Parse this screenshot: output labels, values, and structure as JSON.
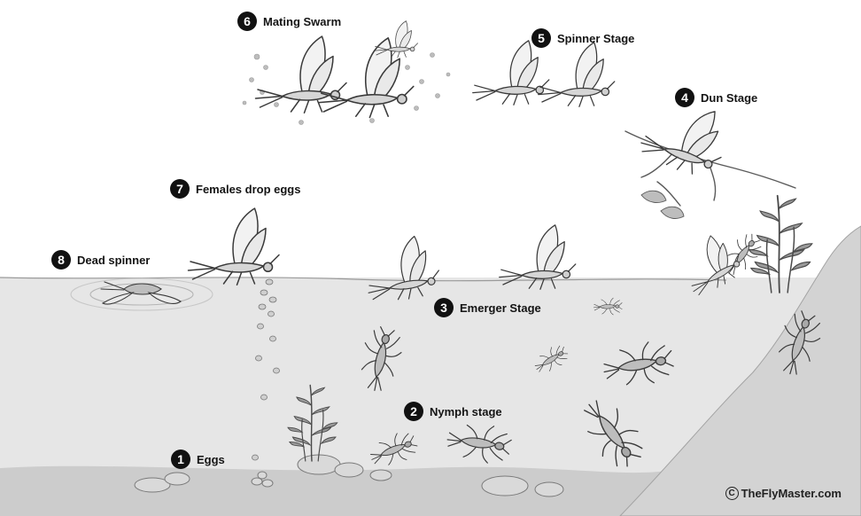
{
  "colors": {
    "water": "#e4e4e4",
    "bottom": "#cfcfcf",
    "bank": "#d2d2d2",
    "ink": "#3a3a3a",
    "badge": "#111111",
    "wing": "#f2f2f2"
  },
  "stages": [
    {
      "num": "1",
      "label": "Eggs"
    },
    {
      "num": "2",
      "label": "Nymph stage"
    },
    {
      "num": "3",
      "label": "Emerger Stage"
    },
    {
      "num": "4",
      "label": "Dun Stage"
    },
    {
      "num": "5",
      "label": "Spinner Stage"
    },
    {
      "num": "6",
      "label": "Mating Swarm"
    },
    {
      "num": "7",
      "label": "Females drop eggs"
    },
    {
      "num": "8",
      "label": "Dead spinner"
    }
  ],
  "copyright": {
    "symbol": "C",
    "text": "TheFlyMaster.com"
  },
  "illustrations": [
    "mayfly-egg-icon",
    "mayfly-nymph-icon",
    "mayfly-emerger-icon",
    "mayfly-dun-icon",
    "mayfly-spinner-icon",
    "aquatic-plant-icon"
  ]
}
